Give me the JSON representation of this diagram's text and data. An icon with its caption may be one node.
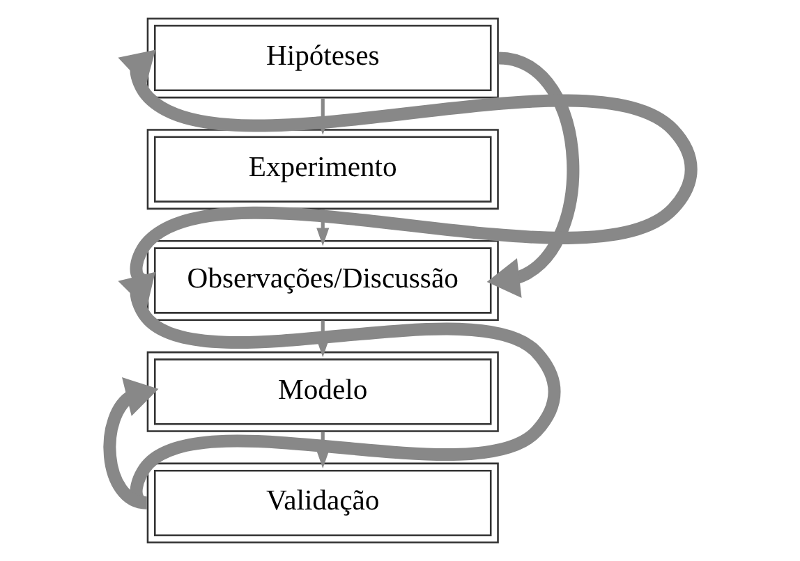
{
  "diagram": {
    "nodes": [
      {
        "text": [
          "Hipóteses"
        ]
      },
      {
        "text": [
          "Experimento"
        ]
      },
      {
        "text": [
          "Observações/Discussão"
        ]
      },
      {
        "text": [
          "Modelo"
        ]
      },
      {
        "text": [
          "Validação"
        ]
      }
    ],
    "edges": [
      {
        "from": 0,
        "to": 1,
        "arrow": "to"
      },
      {
        "from": 1,
        "to": 2,
        "arrow": "to"
      },
      {
        "from": 2,
        "to": 3,
        "arrow": "to"
      },
      {
        "from": 3,
        "to": 4,
        "arrow": "to"
      },
      {
        "from": 2,
        "to": 0,
        "arrow": "to",
        "style": "thick"
      },
      {
        "from": 0,
        "to": 2,
        "arrow": "to",
        "style": "thick"
      },
      {
        "from": 4,
        "to": 3,
        "arrow": "to",
        "style": "thick"
      },
      {
        "from": 4,
        "to": 2,
        "arrow": "to",
        "style": "thick"
      }
    ]
  }
}
